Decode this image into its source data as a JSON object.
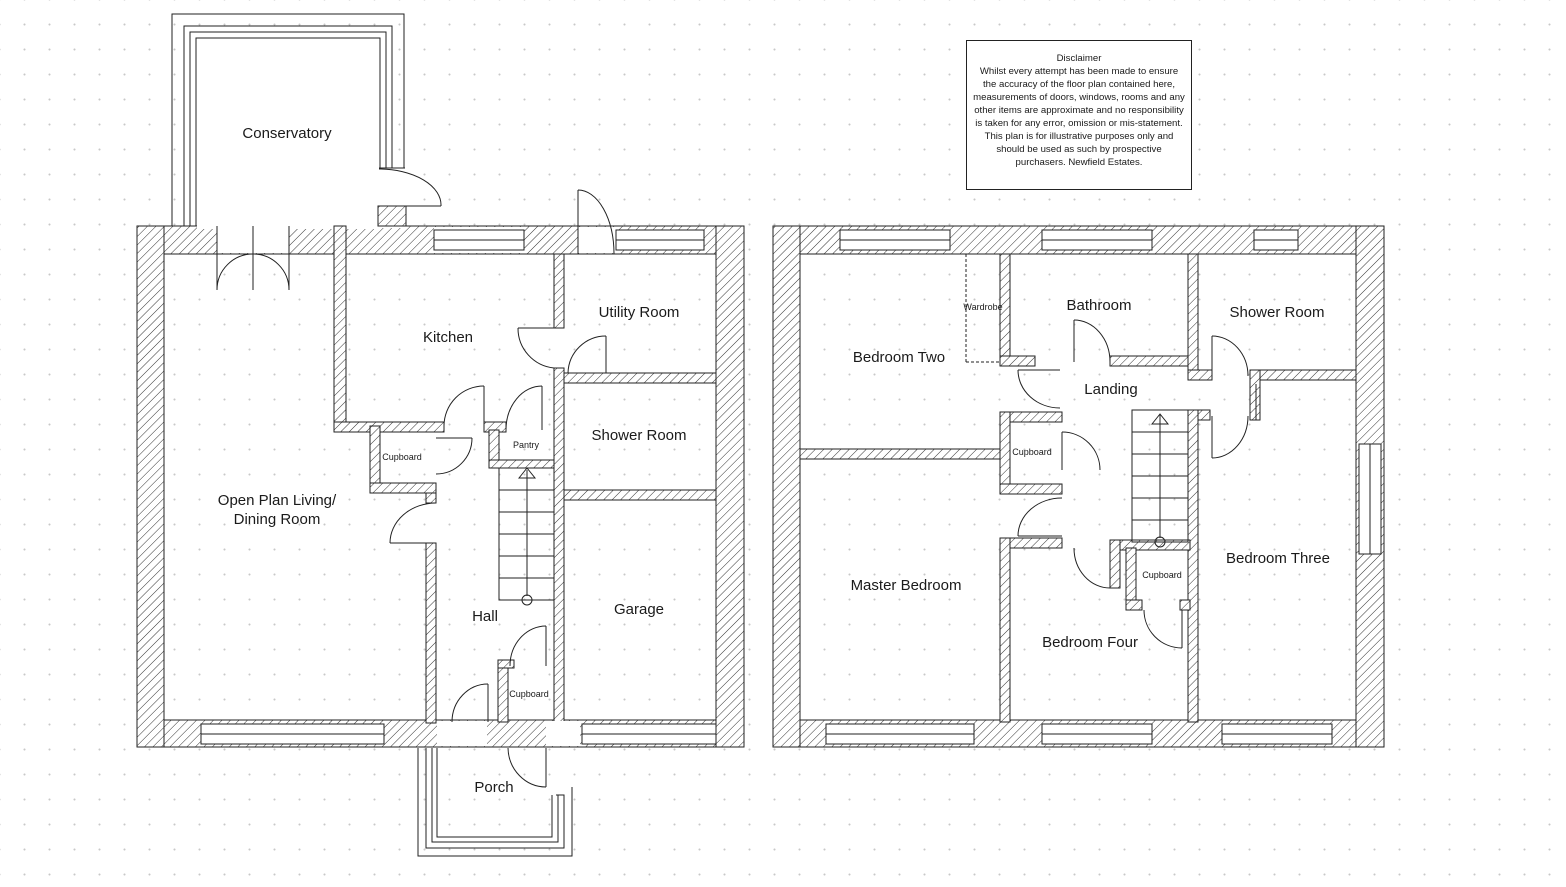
{
  "ground_floor": {
    "rooms": {
      "conservatory": "Conservatory",
      "kitchen": "Kitchen",
      "utility_room": "Utility Room",
      "shower_room": "Shower Room",
      "living_dining_line1": "Open Plan Living/",
      "living_dining_line2": "Dining Room",
      "cupboard_left": "Cupboard",
      "pantry": "Pantry",
      "hall": "Hall",
      "garage": "Garage",
      "cupboard_hall": "Cupboard",
      "porch": "Porch"
    }
  },
  "first_floor": {
    "rooms": {
      "bedroom_two": "Bedroom Two",
      "wardrobe": "Wardrobe",
      "bathroom": "Bathroom",
      "shower_room": "Shower Room",
      "landing": "Landing",
      "cupboard_landing": "Cupboard",
      "master_bedroom": "Master Bedroom",
      "cupboard_stairs": "Cupboard",
      "bedroom_four": "Bedroom Four",
      "bedroom_three": "Bedroom Three"
    }
  },
  "disclaimer": {
    "title": "Disclaimer",
    "text": "Whilst every attempt has been made to ensure the accuracy of the floor plan contained here, measurements of doors, windows, rooms and any other items are approximate and no responsibility is taken for any error, omission or mis-statement. This plan is for illustrative purposes only and should be used as such by prospective purchasers. Newfield Estates."
  }
}
